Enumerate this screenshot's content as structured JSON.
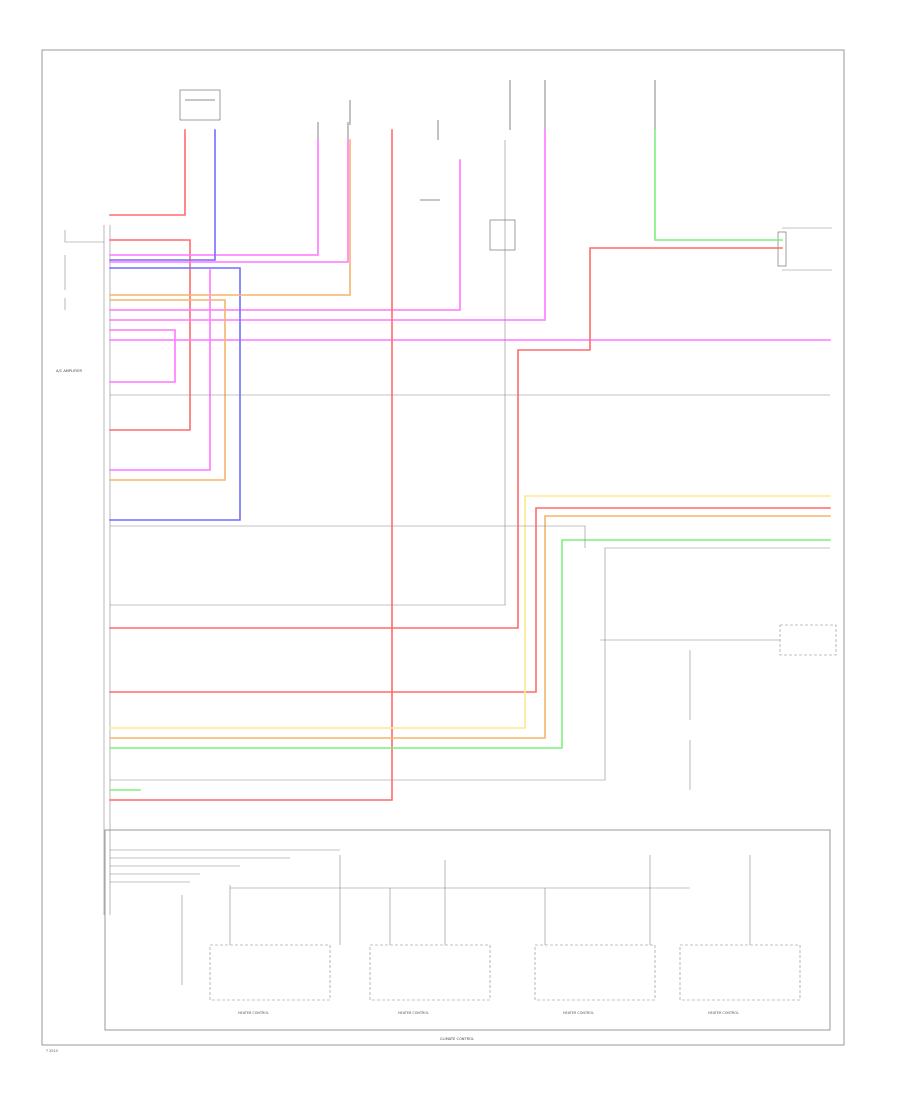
{
  "diagram": {
    "page_label": "T 2010",
    "bottom_caption": "CLIMATE CONTROL",
    "module_label": "A/C AMPLIFIER",
    "bottom_modules": [
      {
        "label": "HEATER CONTROL"
      },
      {
        "label": "HEATER CONTROL"
      },
      {
        "label": "HEATER CONTROL"
      },
      {
        "label": "HEATER CONTROL"
      }
    ],
    "wire_colors": {
      "red": "#ff6b6b",
      "pink": "#ff77ff",
      "magenta": "#e65cff",
      "blue": "#6f6fff",
      "orange": "#f4b56a",
      "yellow": "#ffe98a",
      "green": "#7ef07e",
      "gray": "#888888",
      "lightgray": "#c8c8c8"
    }
  }
}
